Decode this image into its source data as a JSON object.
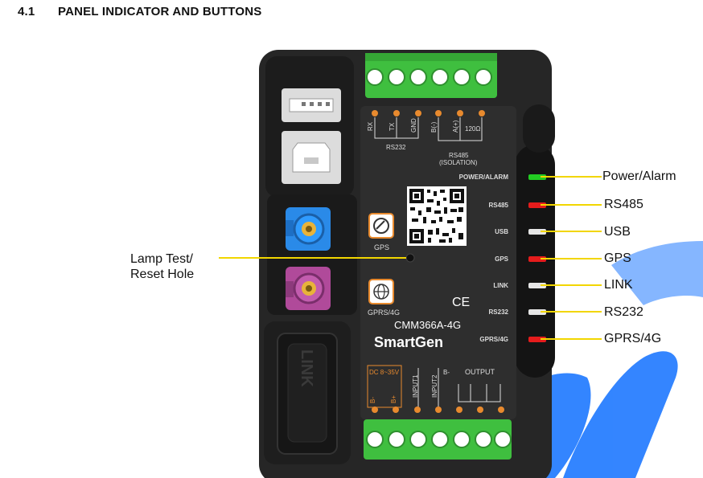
{
  "heading": {
    "number": "4.1",
    "title": "PANEL INDICATOR AND BUTTONS"
  },
  "device": {
    "model": "CMM366A-4G",
    "brand": "SmartGen",
    "ports": {
      "rx": "RX",
      "tx": "TX",
      "gnd": "GND",
      "b_minus": "B(-)",
      "a_plus": "A(+)",
      "resistor": "120Ω",
      "rs232": "RS232",
      "rs485": "RS485",
      "isolation": "(ISOLATION)"
    },
    "icons": {
      "gps": "GPS",
      "gprs": "GPRS/4G"
    },
    "ce_mark": "CE",
    "led_labels": [
      "POWER/ALARM",
      "RS485",
      "USB",
      "GPS",
      "LINK",
      "RS232",
      "GPRS/4G"
    ],
    "bottom": {
      "dc": "DC 8~35V",
      "b_minus": "B-",
      "b_plus": "B+",
      "input1": "INPUT1",
      "input2": "INPUT2",
      "b_minus2": "B-",
      "output": "OUTPUT"
    },
    "side_label": "LINK"
  },
  "callouts": {
    "right": [
      "Power/Alarm",
      "RS485",
      "USB",
      "GPS",
      "LINK",
      "RS232",
      "GPRS/4G"
    ],
    "left_line1": "Lamp Test/",
    "left_line2": "Reset Hole"
  },
  "colors": {
    "leader": "#f2d600",
    "accent_orange": "#e88a2e",
    "terminal_green": "#3fbf3f",
    "watermark": "#1e78ff",
    "led_green": "#22cc22",
    "led_red": "#e51c1c",
    "led_white": "#e6e6e6"
  }
}
